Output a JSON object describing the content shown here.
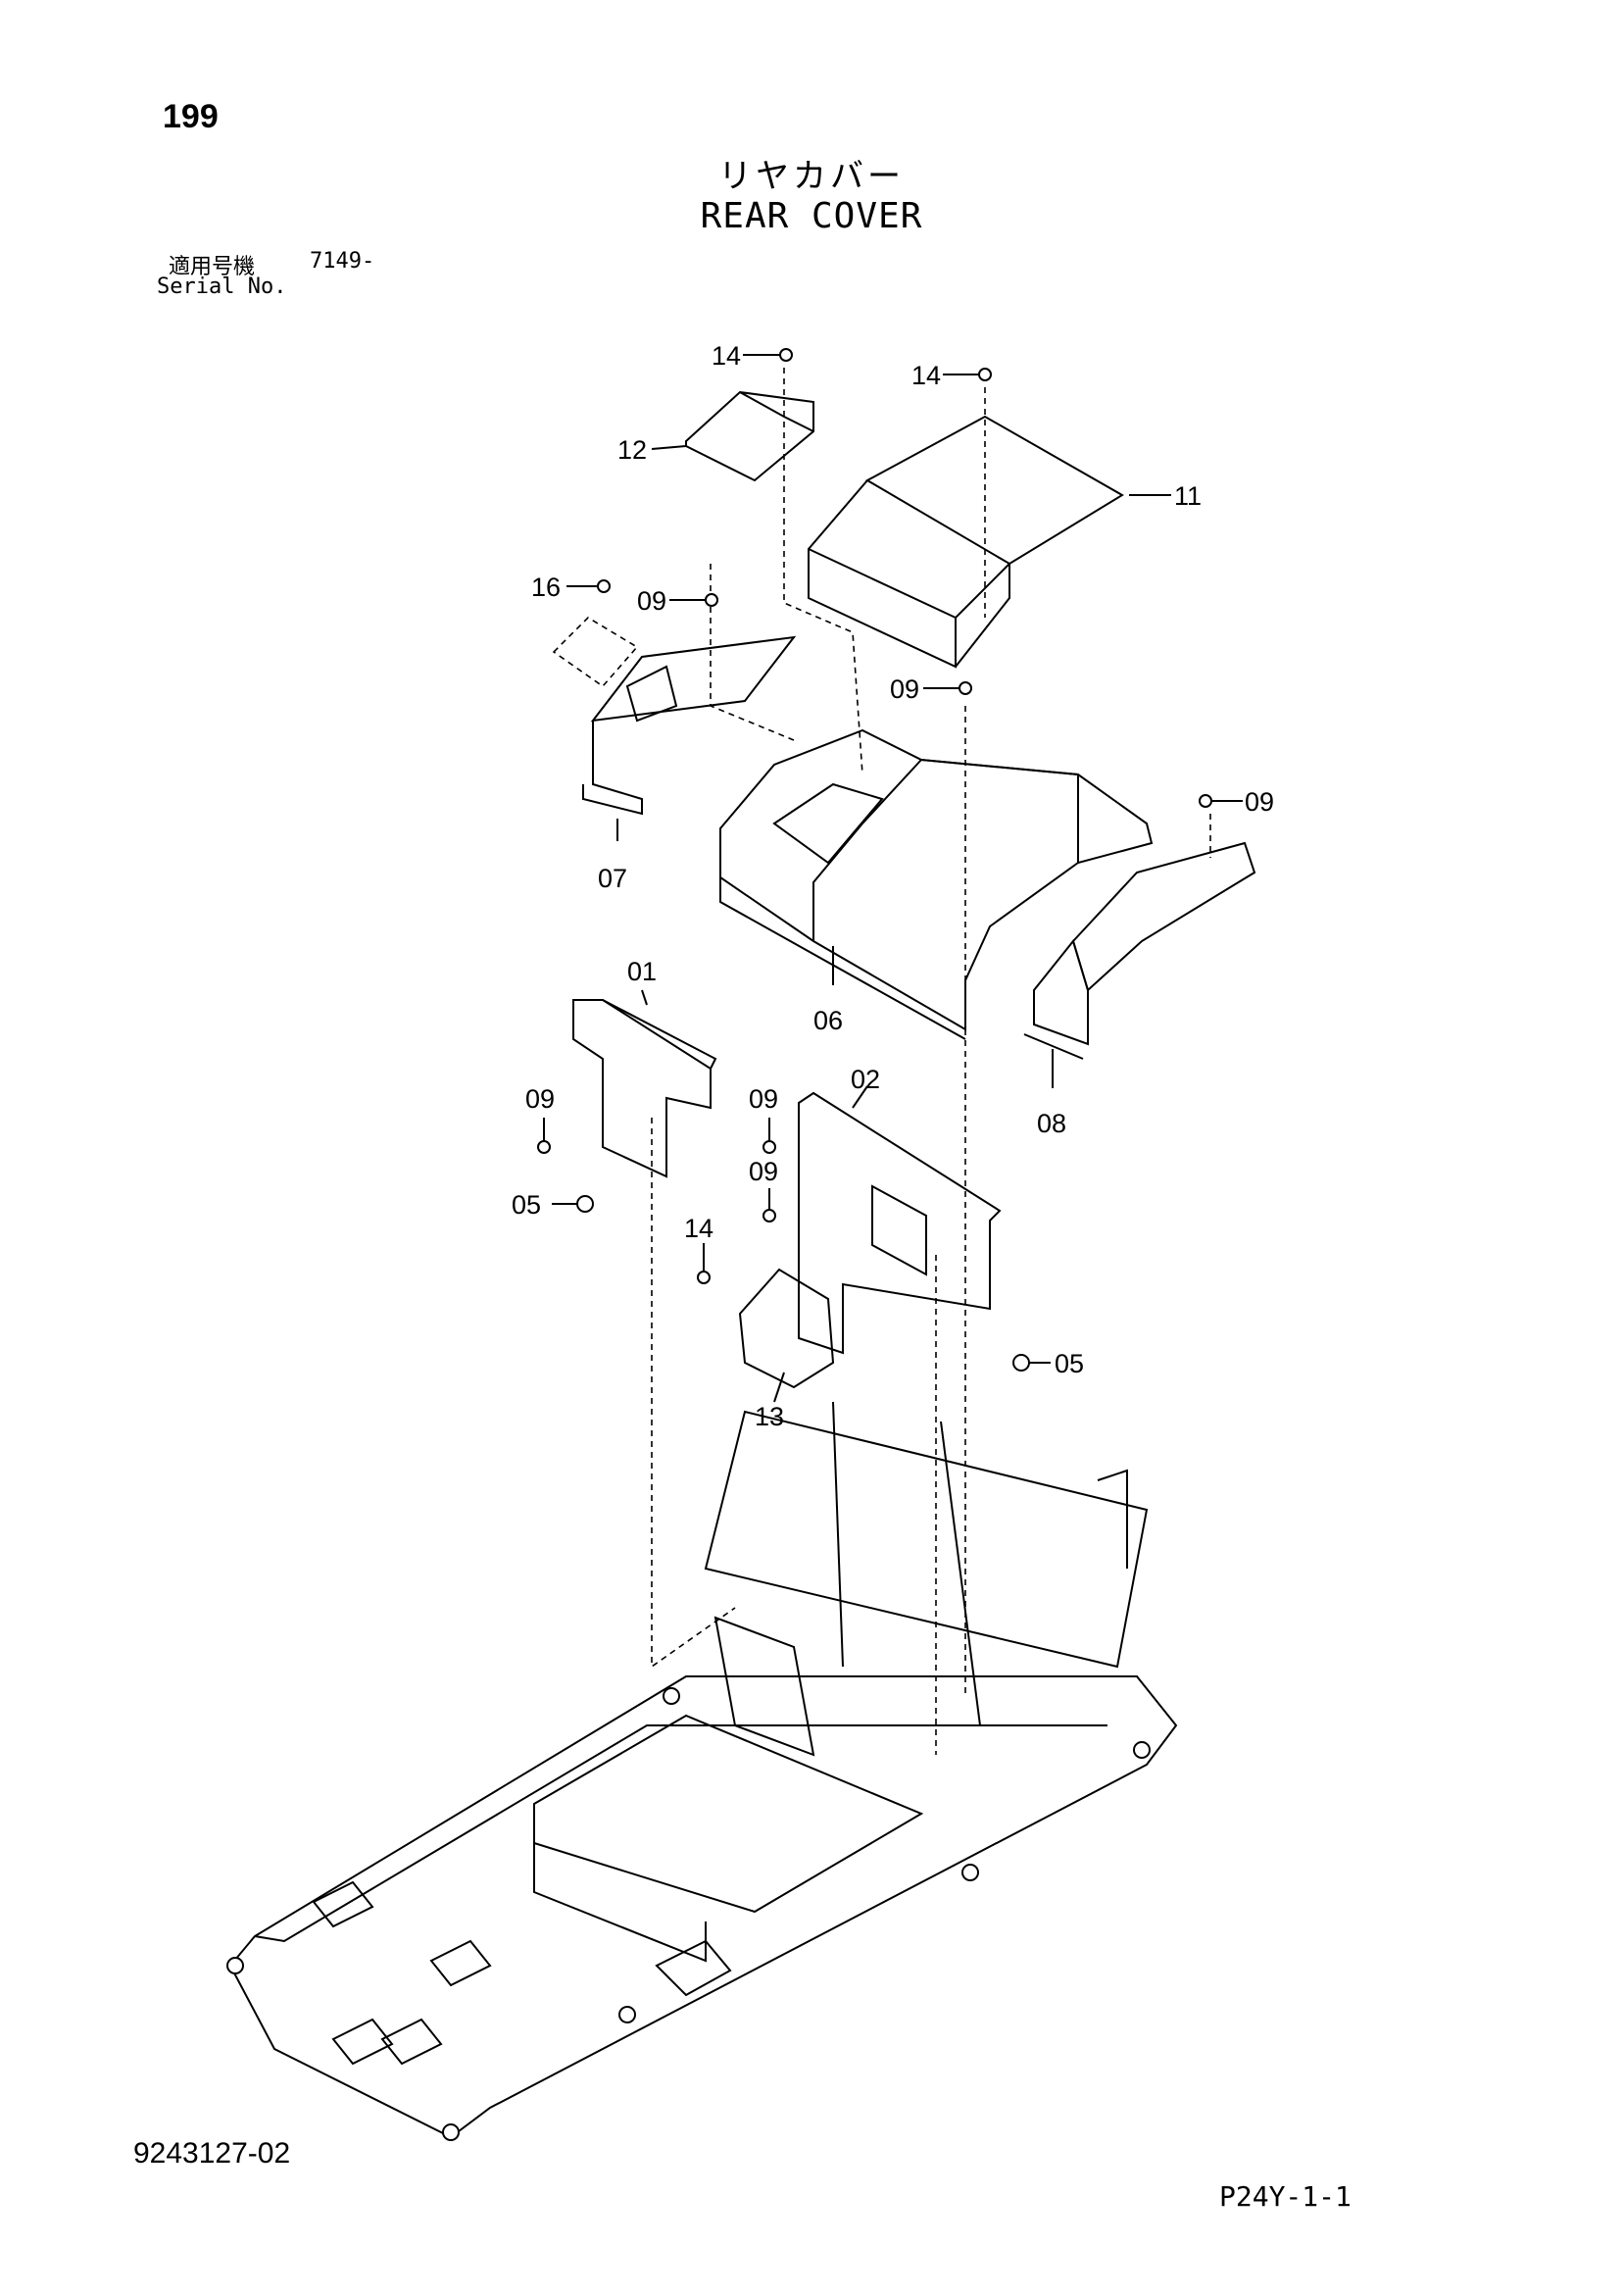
{
  "header": {
    "page_number": "199",
    "title_ja": "リヤカバー",
    "title_en": "REAR COVER",
    "serial_label_ja": "適用号機",
    "serial_value": "7149-",
    "serial_label_en": "Serial No."
  },
  "callouts": [
    "14",
    "14",
    "12",
    "11",
    "16",
    "09",
    "09",
    "09",
    "07",
    "06",
    "08",
    "01",
    "09",
    "09",
    "02",
    "09",
    "05",
    "14",
    "13",
    "05"
  ],
  "footer": {
    "drawing_number": "9243127-02",
    "sheet_reference": "P24Y-1-1"
  }
}
